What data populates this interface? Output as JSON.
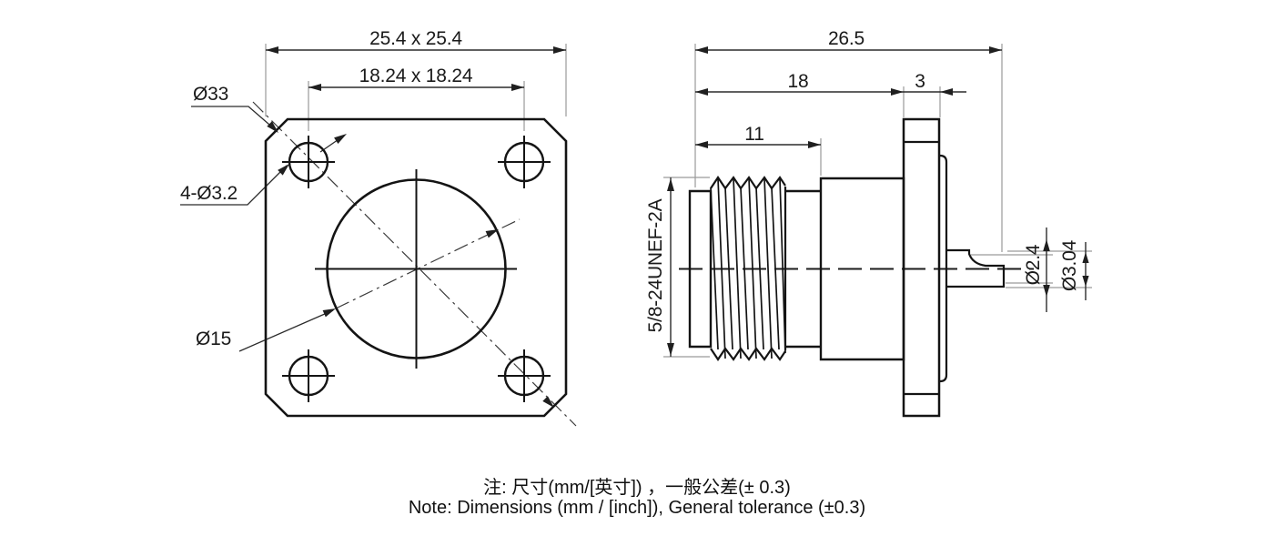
{
  "front_view": {
    "flange_size": "25.4 x 25.4",
    "hole_spacing": "18.24 x 18.24",
    "corner_circle": "Ø33",
    "mounting_holes": "4-Ø3.2",
    "center_hole": "Ø15"
  },
  "side_view": {
    "overall_length": "26.5",
    "body_length": "18",
    "flange_thickness": "3",
    "thread_length": "11",
    "thread_spec": "5/8-24UNEF-2A",
    "pin_diameter": "Ø2.4",
    "insulator_diameter": "Ø3.04"
  },
  "notes": {
    "chinese": "注: 尺寸(mm/[英寸]) ，一般公差(± 0.3)",
    "english": "Note: Dimensions (mm / [inch]), General tolerance (±0.3)"
  },
  "colors": {
    "object_line": "#141414",
    "dimension_line": "#2b2b2b",
    "extension_line": "#9a9a9a",
    "background": "#ffffff"
  }
}
